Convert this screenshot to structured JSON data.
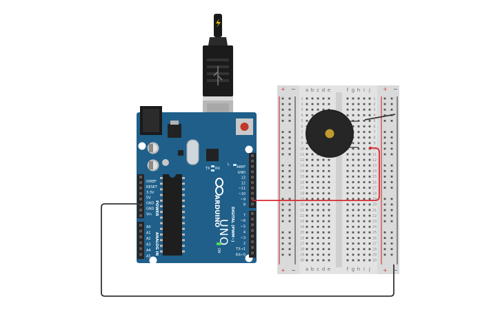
{
  "arduino": {
    "brand": "ARDUINO",
    "model": "UNO",
    "on_label": "ON",
    "tx_label": "TX",
    "rx_label": "RX",
    "l_label": "L",
    "power_section": "POWER",
    "analog_section": "ANALOG IN",
    "digital_section": "DIGITAL (PWM~)",
    "power_pins": [
      "IOREF",
      "RESET",
      "3.3V",
      "5V",
      "GND",
      "GND",
      "Vin"
    ],
    "analog_pins": [
      "A0",
      "A1",
      "A2",
      "A3",
      "A4",
      "A5"
    ],
    "digital_top": [
      "AREF",
      "GND",
      "13",
      "12",
      "~11",
      "~10",
      "~9",
      "8"
    ],
    "digital_bottom": [
      "7",
      "~6",
      "~5",
      "4",
      "~3",
      "2",
      "TX→1",
      "RX←0"
    ],
    "board_color": "#1f5f8a",
    "header_color": "#262626"
  },
  "usb": {
    "icon": "lightning-icon"
  },
  "breadboard": {
    "left_cols": [
      "a",
      "b",
      "c",
      "d",
      "e"
    ],
    "right_cols": [
      "f",
      "g",
      "h",
      "i",
      "j"
    ],
    "rows": [
      "1",
      "2",
      "3",
      "4",
      "5",
      "6",
      "7",
      "8",
      "9",
      "10",
      "11",
      "12",
      "13",
      "14",
      "15",
      "16",
      "17",
      "18",
      "19",
      "20",
      "21",
      "22",
      "23",
      "24",
      "25",
      "26",
      "27",
      "28",
      "29",
      "30"
    ],
    "rail_plus": "+",
    "rail_minus": "−"
  },
  "buzzer": {
    "icon": "piezo-buzzer-icon"
  },
  "wires": {
    "signal_color": "#d7282f",
    "ground_color": "#333333"
  }
}
